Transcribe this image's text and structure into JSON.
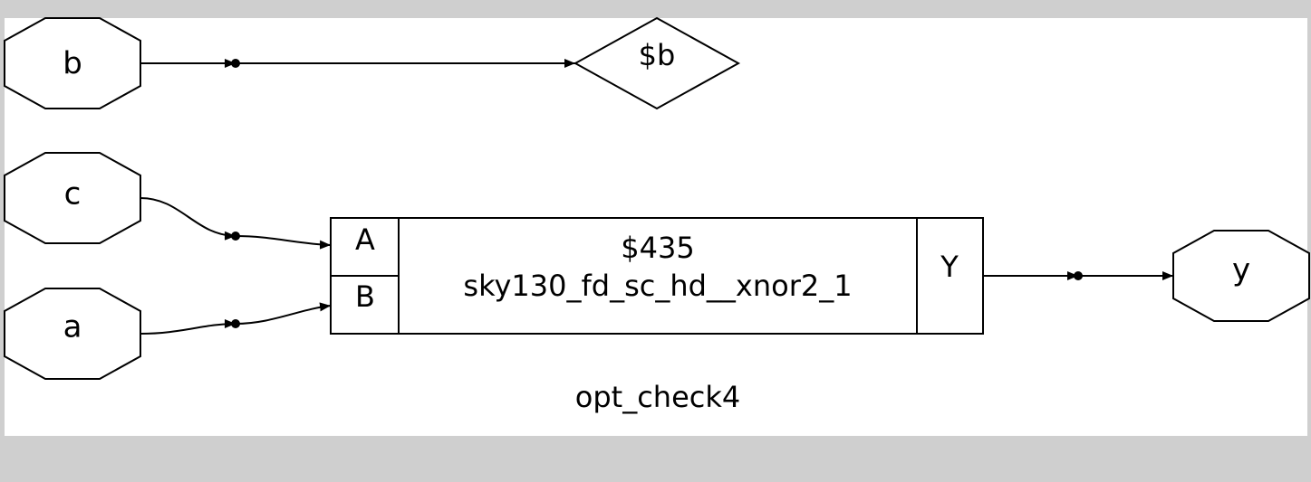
{
  "colors": {
    "outer_background": "#cfcfcf",
    "canvas_background": "#ffffff",
    "stroke": "#000000"
  },
  "diagram": {
    "caption": "opt_check4",
    "ports": {
      "b": "b",
      "c": "c",
      "a": "a",
      "y": "y"
    },
    "wire_label": "$b",
    "cell": {
      "id": "$435",
      "type": "sky130_fd_sc_hd__xnor2_1",
      "pin_a": "A",
      "pin_b": "B",
      "pin_y": "Y"
    },
    "edges": [
      {
        "from": "b",
        "to": "$b"
      },
      {
        "from": "c",
        "to": "$435.A"
      },
      {
        "from": "a",
        "to": "$435.B"
      },
      {
        "from": "$435.Y",
        "to": "y"
      }
    ]
  }
}
